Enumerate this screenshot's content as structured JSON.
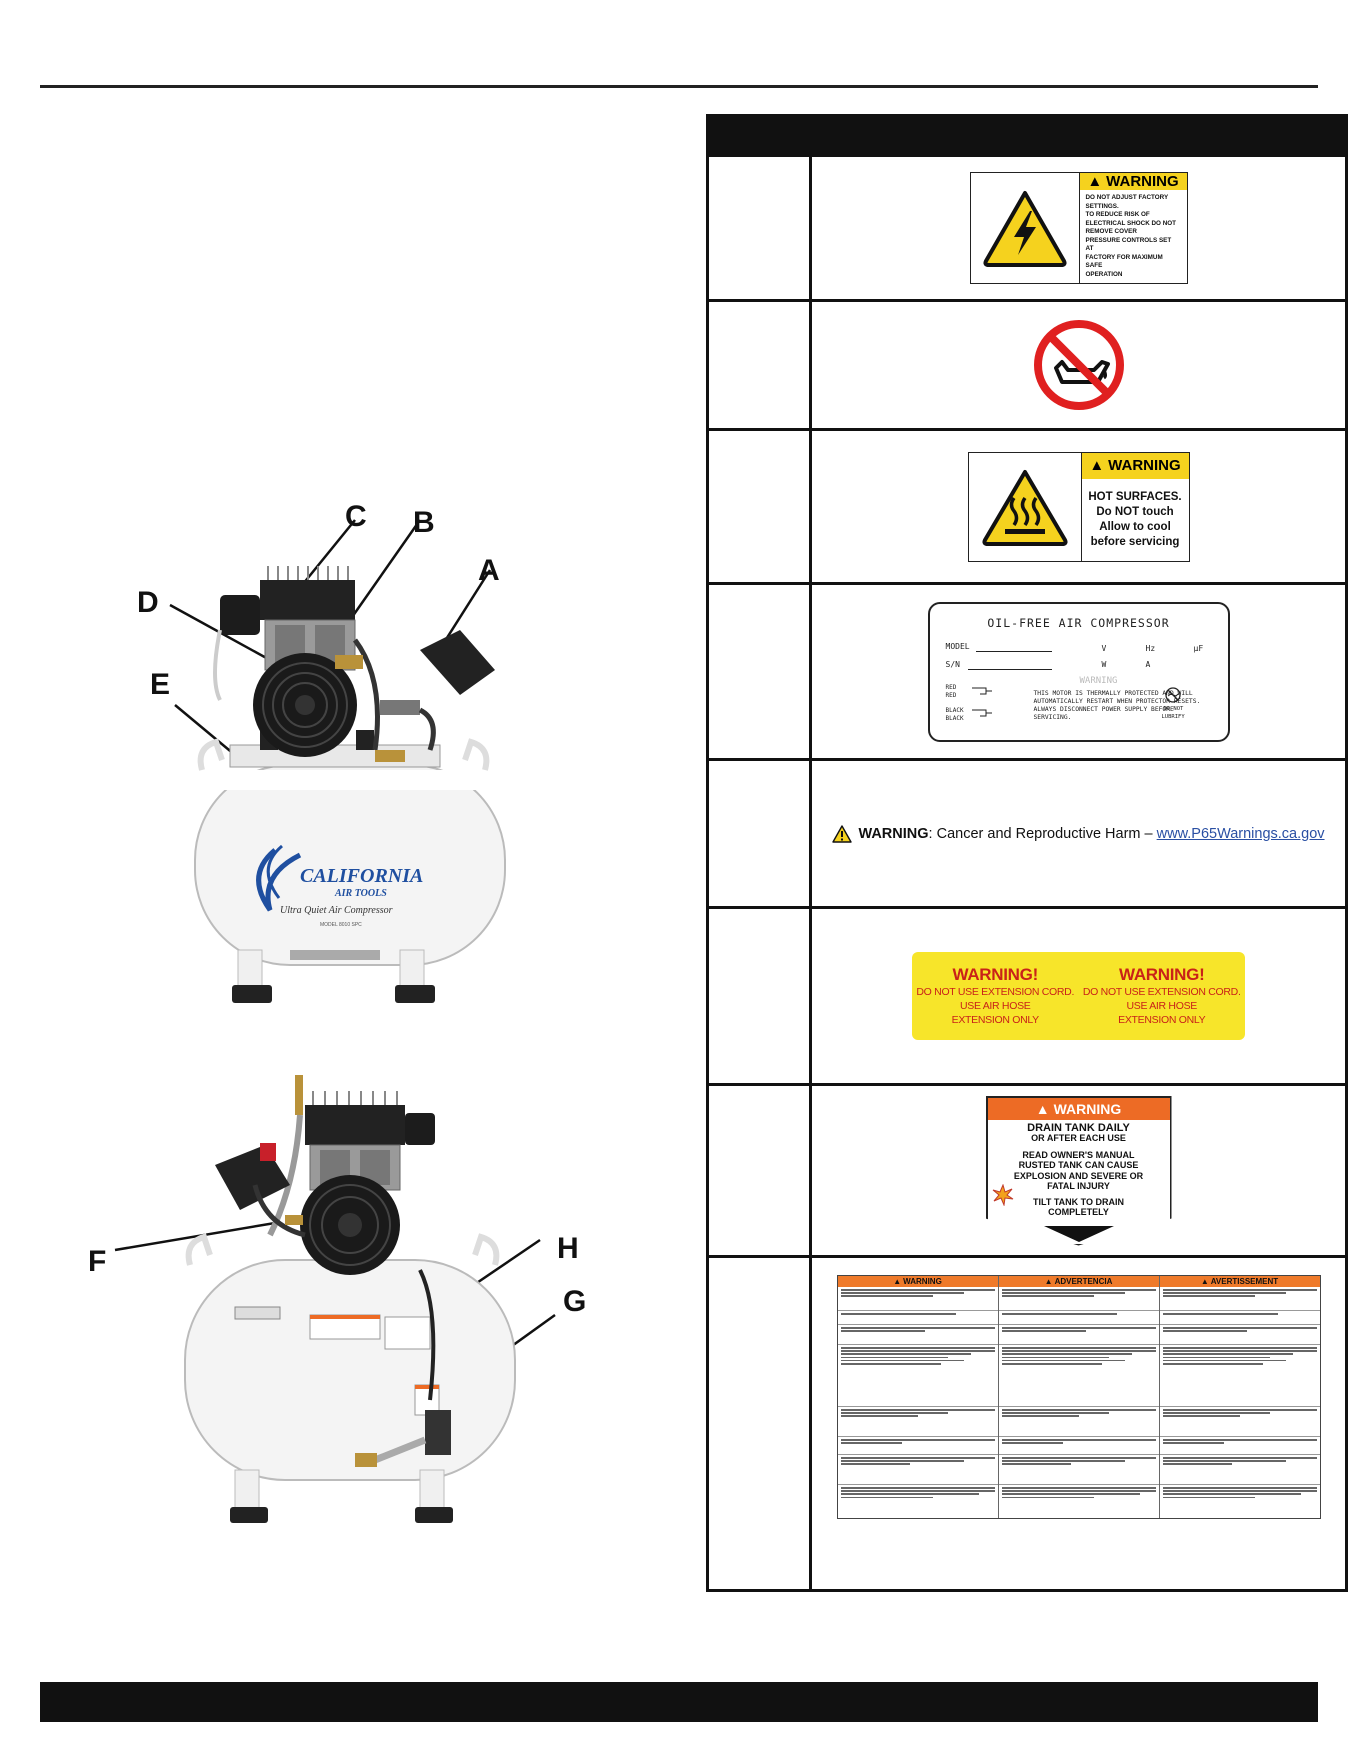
{
  "callouts": {
    "a": "A",
    "b": "B",
    "c": "C",
    "d": "D",
    "e": "E",
    "f": "F",
    "g": "G",
    "h": "H"
  },
  "branding": {
    "logo_text": "CALIFORNIA",
    "logo_sub": "AIR TOOLS",
    "product_line": "Ultra Quiet Air Compressor",
    "model_small": "MODEL 8010 SPC"
  },
  "labels": {
    "electrical": {
      "heading": "WARNING",
      "lines": [
        "DO NOT ADJUST FACTORY",
        "SETTINGS.",
        "TO REDUCE RISK OF",
        "ELECTRICAL SHOCK DO NOT",
        "REMOVE COVER",
        "PRESSURE CONTROLS SET AT",
        "FACTORY FOR MAXIMUM SAFE",
        "OPERATION"
      ]
    },
    "hot_surface": {
      "heading": "WARNING",
      "lines": [
        "HOT SURFACES.",
        "Do NOT touch",
        "Allow to cool",
        "before servicing"
      ]
    },
    "rating_plate": {
      "title": "OIL-FREE AIR COMPRESSOR",
      "model": "MODEL",
      "sn": "S/N",
      "v": "V",
      "hz": "Hz",
      "uf": "μF",
      "w": "W",
      "a": "A",
      "watermark": "WARNING",
      "wires": [
        "RED",
        "RED",
        "BLACK",
        "BLACK"
      ],
      "note": "THIS MOTOR IS THERMALLY PROTECTED AND WILL AUTOMATICALLY RESTART WHEN PROTECTOR RESETS. ALWAYS DISCONNECT POWER SUPPLY BEFORE SERVICING.",
      "lubricate": [
        "DO NOT",
        "LUBRIFY"
      ]
    },
    "prop65": {
      "warning": "WARNING",
      "text": ": Cancer and Reproductive Harm – ",
      "link": "www.P65Warnings.ca.gov"
    },
    "extension": {
      "heading": "WARNING!",
      "line1": "DO NOT USE EXTENSION CORD.",
      "line2": "USE AIR HOSE",
      "line3": "EXTENSION ONLY"
    },
    "drain": {
      "heading": "WARNING",
      "line1": "DRAIN TANK DAILY",
      "line2": "OR AFTER EACH USE",
      "line3": "READ OWNER'S MANUAL",
      "line4": "RUSTED TANK CAN CAUSE",
      "line5": "EXPLOSION AND SEVERE OR",
      "line6": "FATAL INJURY",
      "line7": "TILT TANK TO DRAIN",
      "line8": "COMPLETELY"
    },
    "multilingual": {
      "headings": [
        "WARNING",
        "ADVERTENCIA",
        "AVERTISSEMENT"
      ]
    }
  },
  "colors": {
    "warning_yellow": "#f5d21e",
    "warning_orange": "#ed6b25",
    "prohibit_red": "#e02020",
    "tank_white": "#f4f4f4",
    "logo_blue": "#1f4fa0"
  }
}
